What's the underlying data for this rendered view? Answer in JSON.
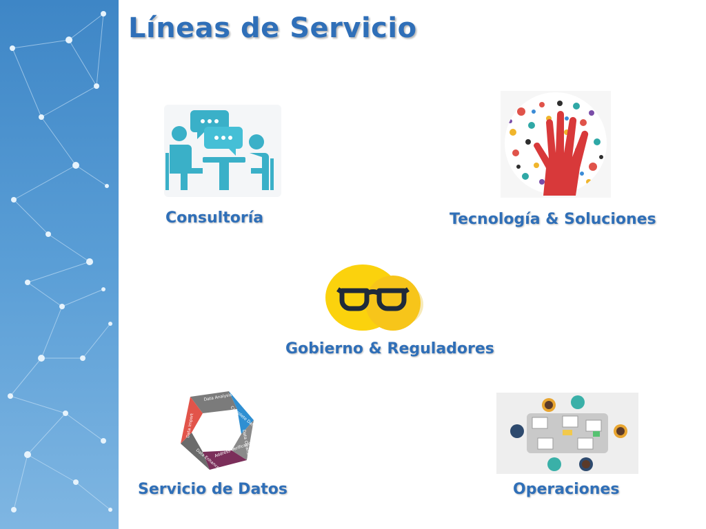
{
  "slide": {
    "title": "Líneas de Servicio",
    "colors": {
      "accent": "#2f6fb8",
      "sidebar": "#4a8fcf"
    }
  },
  "services": [
    {
      "label": "Consultoría",
      "icon": "consulting-meeting-icon"
    },
    {
      "label": "Tecnología  & Soluciones",
      "icon": "technology-hand-icon"
    },
    {
      "label": "Gobierno & Reguladores",
      "icon": "glasses-icon"
    },
    {
      "label": "Servicio de Datos",
      "icon": "data-cycle-icon"
    },
    {
      "label": "Operaciones",
      "icon": "operations-team-icon"
    }
  ],
  "data_cycle": {
    "segments": [
      "Data Analysis",
      "Complete Data Migration",
      "Data Cleansing",
      "Address Verification",
      "Data Enhancement",
      "Data Import"
    ]
  }
}
